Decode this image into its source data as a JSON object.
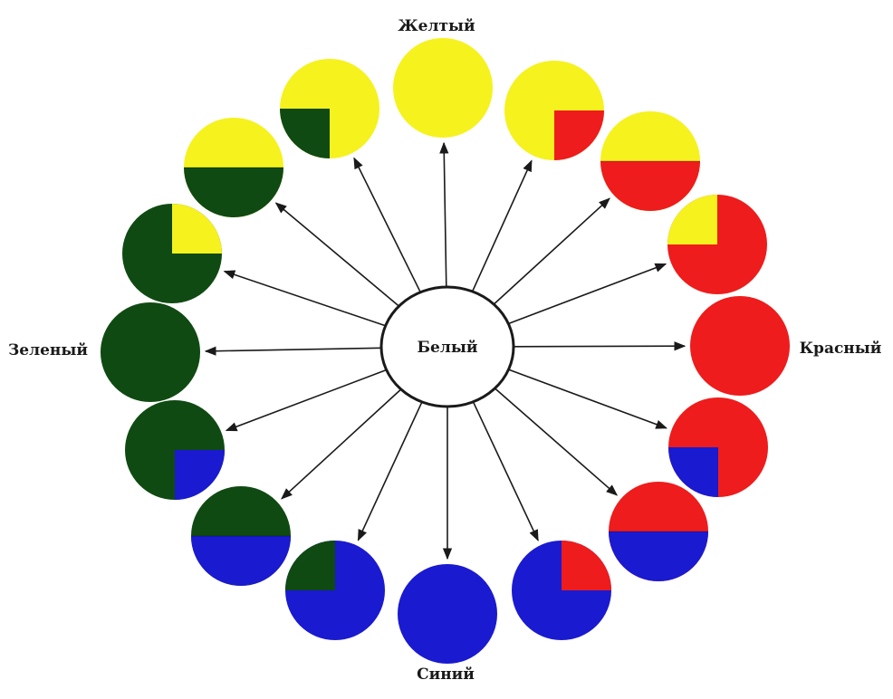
{
  "labels": {
    "center": "Белый",
    "yellow": "Желтый",
    "red": "Красный",
    "blue": "Синий",
    "green": "Зеленый"
  },
  "colors": {
    "yellow": "#f5f21e",
    "red": "#ee1c1c",
    "blue": "#1a1ad0",
    "green": "#0f4a12",
    "outline": "#1a1a1a",
    "center_fill": "#ffffff"
  },
  "discs": [
    {
      "name": "disc-yellow",
      "pattern": "solid",
      "main": "yellow"
    },
    {
      "name": "disc-yellow-red-quarter",
      "pattern": "quarter-bottom-right",
      "main": "yellow",
      "part": "red"
    },
    {
      "name": "disc-yellow-red-half",
      "pattern": "half",
      "main": "yellow",
      "part": "red"
    },
    {
      "name": "disc-red-yellow-quarter",
      "pattern": "quarter-top-left",
      "main": "red",
      "part": "yellow"
    },
    {
      "name": "disc-red",
      "pattern": "solid",
      "main": "red"
    },
    {
      "name": "disc-red-blue-quarter",
      "pattern": "quarter-bottom-left",
      "main": "red",
      "part": "blue"
    },
    {
      "name": "disc-red-blue-half",
      "pattern": "half",
      "main": "red",
      "part": "blue"
    },
    {
      "name": "disc-blue-red-quarter",
      "pattern": "quarter-top-right",
      "main": "blue",
      "part": "red"
    },
    {
      "name": "disc-blue",
      "pattern": "solid",
      "main": "blue"
    },
    {
      "name": "disc-blue-green-quarter",
      "pattern": "quarter-top-left",
      "main": "blue",
      "part": "green"
    },
    {
      "name": "disc-green-blue-half",
      "pattern": "half",
      "main": "green",
      "part": "blue"
    },
    {
      "name": "disc-green-blue-quarter",
      "pattern": "quarter-bottom-right",
      "main": "green",
      "part": "blue"
    },
    {
      "name": "disc-green",
      "pattern": "solid",
      "main": "green"
    },
    {
      "name": "disc-green-yellow-quarter",
      "pattern": "quarter-top-right",
      "main": "green",
      "part": "yellow"
    },
    {
      "name": "disc-yellow-green-half",
      "pattern": "half",
      "main": "yellow",
      "part": "green"
    },
    {
      "name": "disc-yellow-green-quarter",
      "pattern": "quarter-bottom-left",
      "main": "yellow",
      "part": "green"
    }
  ]
}
